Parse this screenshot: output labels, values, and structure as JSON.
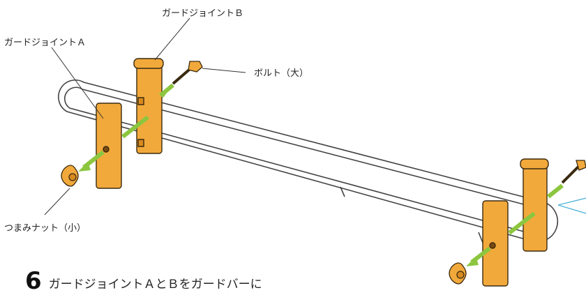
{
  "labels": {
    "guard_joint_b": "ガードジョイントＢ",
    "guard_joint_a": "ガードジョイントＡ",
    "bolt_large": "ボルト（大）",
    "wing_nut_small": "つまみナット（小）"
  },
  "step": {
    "number": "6",
    "text": "ガードジョイントＡとＢをガードバーに"
  },
  "colors": {
    "part_fill": "#f2a93b",
    "part_outline": "#3a2a10",
    "bar_outline": "#444444",
    "arrow": "#8cc63f",
    "leader_line": "#333333",
    "accent_line": "#4fb3d9"
  }
}
